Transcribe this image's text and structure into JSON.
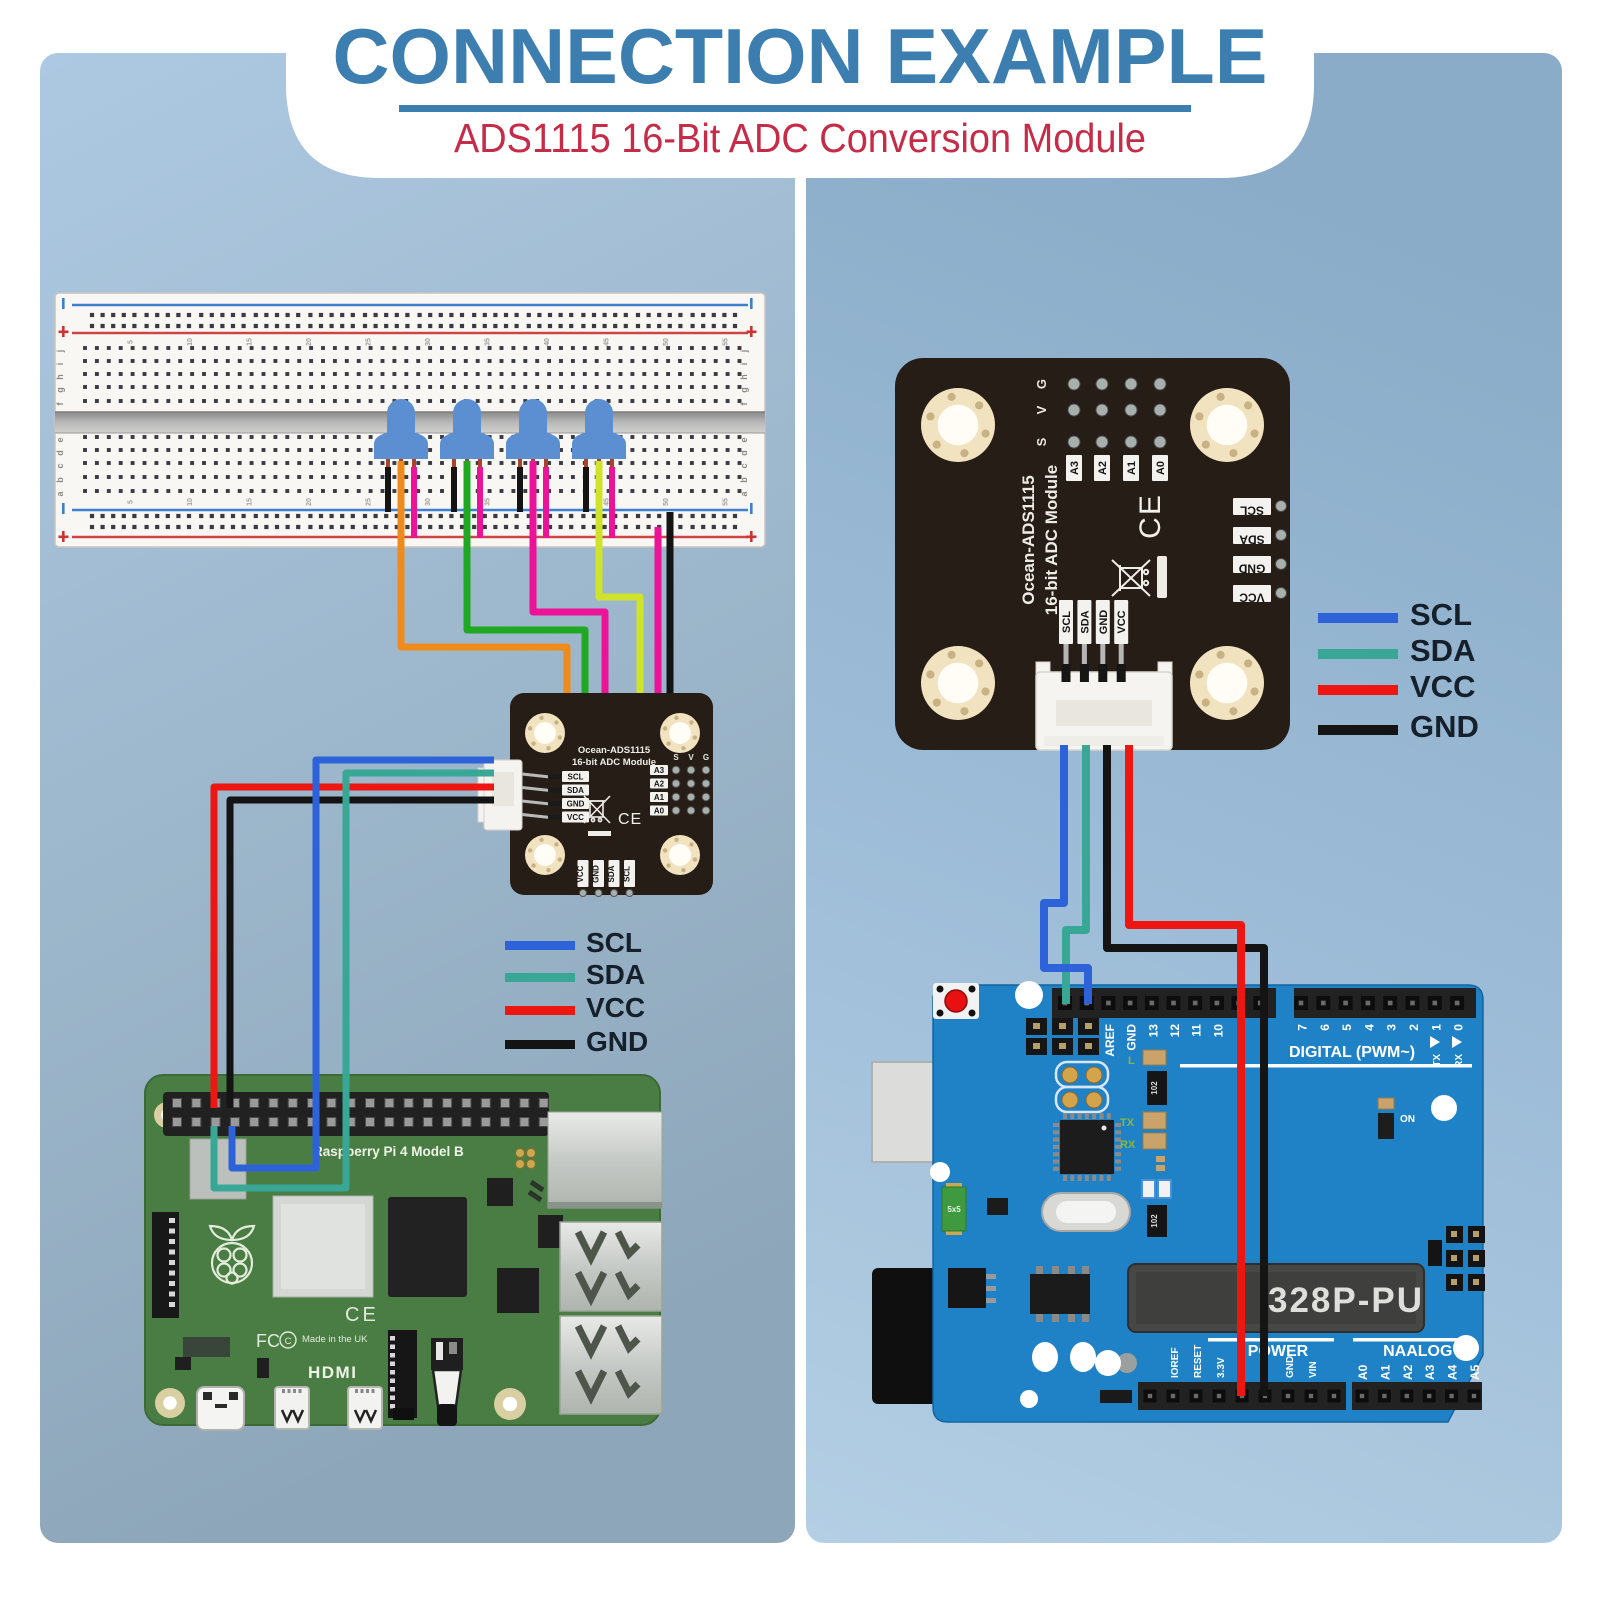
{
  "banner": {
    "title": "CONNECTION EXAMPLE",
    "subtitle": "ADS1115 16-Bit ADC Conversion Module"
  },
  "colors": {
    "title_blue": "#3d7eb0",
    "subtitle_red": "#c62b47",
    "panel_left": "#9db8cd",
    "panel_right": "#9fbeda",
    "wire_scl": "#2e62d8",
    "wire_sda": "#38a795",
    "wire_vcc": "#ee1611",
    "wire_gnd": "#141414",
    "wire_orange": "#ef8b1c",
    "wire_green": "#21a822",
    "wire_magenta": "#ec1398",
    "wire_yellow": "#cfe32b",
    "pot_blue": "#5c8fd2",
    "pi_green": "#4a7d43",
    "arduino_blue": "#1f82c7"
  },
  "legend": {
    "items": [
      {
        "label": "SCL",
        "color": "#2e62d8"
      },
      {
        "label": "SDA",
        "color": "#38a795"
      },
      {
        "label": "VCC",
        "color": "#ee1611"
      },
      {
        "label": "GND",
        "color": "#141414"
      }
    ]
  },
  "breadboard": {
    "plus": "+",
    "minus": "-",
    "row_letters_top": [
      "j",
      "i",
      "h",
      "g",
      "f"
    ],
    "row_letters_bottom": [
      "e",
      "d",
      "c",
      "b",
      "a"
    ],
    "col_numbers": [
      "5",
      "10",
      "15",
      "20",
      "25",
      "30",
      "35",
      "40",
      "45",
      "50",
      "55"
    ]
  },
  "adc_module": {
    "name_line1": "Ocean-ADS1115",
    "name_line2": "16-bit ADC Module",
    "connector_pins": [
      "SCL",
      "SDA",
      "GND",
      "VCC"
    ],
    "pad_columns": [
      "S",
      "V",
      "G"
    ],
    "channel_labels": [
      "A3",
      "A2",
      "A1",
      "A0"
    ],
    "bottom_pad_labels": [
      "VCC",
      "GND",
      "SDA",
      "SCL"
    ],
    "side_pad_labels": [
      "SCL",
      "SDA",
      "GND",
      "VCC"
    ],
    "ce_mark": "CE"
  },
  "raspberry_pi": {
    "board_label": "Raspberry Pi 4 Model B",
    "fcc_mark": "FC",
    "fcc_c": "C",
    "ce_mark": "CE",
    "made_in": "Made in the UK",
    "hdmi_label": "HDMI"
  },
  "arduino": {
    "digital_label": "DIGITAL  (PWM~)",
    "digital_pin_labels": [
      "AREF",
      "GND",
      "13",
      "12",
      "11",
      "10"
    ],
    "digital_pin_labels_right": [
      "7",
      "6",
      "5",
      "4",
      "3",
      "2",
      "1",
      "0"
    ],
    "tx_label": "TX",
    "rx_label": "RX",
    "led_l_label": "L",
    "on_label": "ON",
    "chip_label": "328P-PU",
    "power_label": "POWER",
    "power_pin_labels": [
      "IOREF",
      "RESET",
      "3.3V",
      "GND",
      "VIN"
    ],
    "analog_label": "NAALOG  IN",
    "analog_pin_labels": [
      "A0",
      "A1",
      "A2",
      "A3",
      "A4",
      "A5"
    ],
    "smd_code": "102",
    "smd_5x5": "5x5"
  }
}
